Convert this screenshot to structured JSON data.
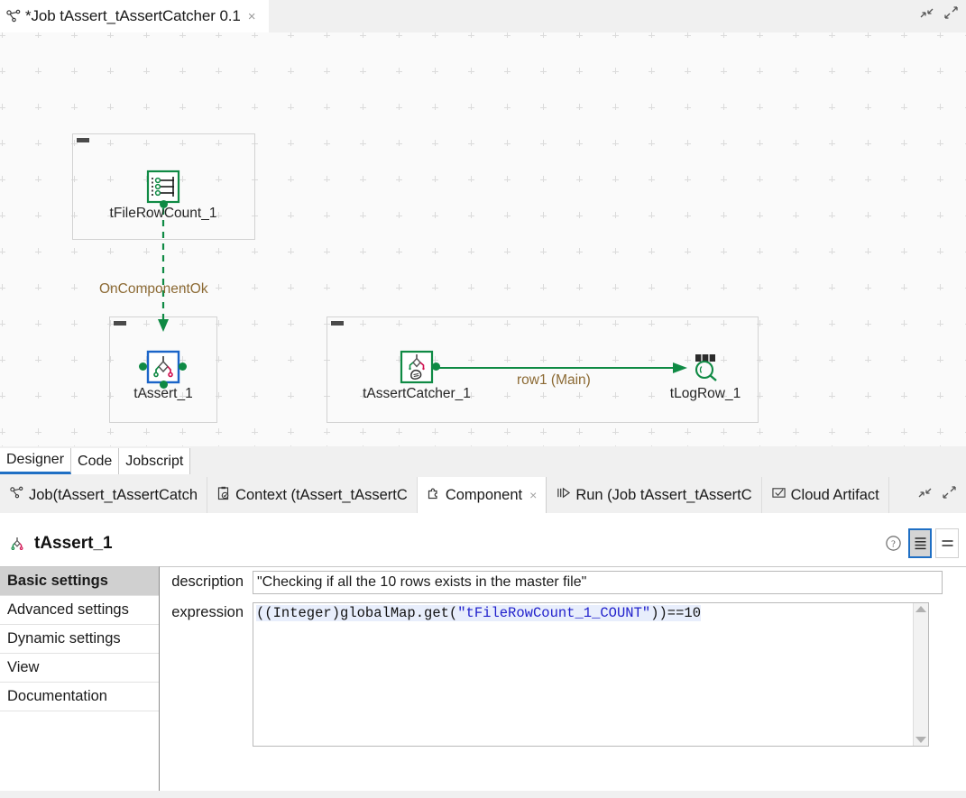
{
  "window": {
    "minimize_icon": "restore-arrows-icon",
    "maximize_icon": "maximize-arrows-icon"
  },
  "editor_tab": {
    "icon": "job-icon",
    "title": "*Job tAssert_tAssertCatcher 0.1",
    "close_label": "×"
  },
  "canvas": {
    "nodes": [
      {
        "id": "tFileRowCount_1",
        "label": "tFileRowCount_1",
        "icon": "file-row-count-icon",
        "border_color": "#0f8a44"
      },
      {
        "id": "tAssert_1",
        "label": "tAssert_1",
        "icon": "assert-icon",
        "border_color": "#1a64c8"
      },
      {
        "id": "tAssertCatcher_1",
        "label": "tAssertCatcher_1",
        "icon": "assert-catcher-icon",
        "border_color": "#0f8a44"
      },
      {
        "id": "tLogRow_1",
        "label": "tLogRow_1",
        "icon": "log-row-magnifier-icon",
        "border_color": "#0f8a44"
      }
    ],
    "links": [
      {
        "id": "trigger",
        "label": "OnComponentOk",
        "style": "dashed",
        "color": "#0f8a44"
      },
      {
        "id": "main",
        "label": "row1 (Main)",
        "style": "solid",
        "color": "#0f8a44"
      }
    ],
    "label_color": "#8c6a34",
    "accent_green": "#0f8a44"
  },
  "view_tabs": {
    "items": [
      {
        "label": "Designer",
        "active": true
      },
      {
        "label": "Code",
        "active": false
      },
      {
        "label": "Jobscript",
        "active": false
      }
    ]
  },
  "bottom_tabs": {
    "items": [
      {
        "label": "Job(tAssert_tAssertCatch",
        "icon": "job-icon",
        "active": false,
        "closable": false
      },
      {
        "label": "Context (tAssert_tAssertC",
        "icon": "context-icon",
        "active": false,
        "closable": false
      },
      {
        "label": "Component",
        "icon": "puzzle-icon",
        "active": true,
        "closable": true,
        "close_label": "×"
      },
      {
        "label": "Run (Job tAssert_tAssertC",
        "icon": "run-icon",
        "active": false,
        "closable": false
      },
      {
        "label": "Cloud Artifact",
        "icon": "cloud-artifact-icon",
        "active": false,
        "closable": false
      }
    ],
    "minimize_icon": "restore-arrows-icon",
    "maximize_icon": "maximize-arrows-icon"
  },
  "component_panel": {
    "icon": "assert-icon",
    "title": "tAssert_1",
    "help_icon": "help-circle-icon",
    "view_buttons": [
      {
        "name": "list-view-button",
        "icon": "four-lines-icon",
        "selected": true
      },
      {
        "name": "compact-view-button",
        "icon": "two-lines-icon",
        "selected": false
      }
    ],
    "settings_items": [
      {
        "label": "Basic settings",
        "selected": true
      },
      {
        "label": "Advanced settings",
        "selected": false
      },
      {
        "label": "Dynamic settings",
        "selected": false
      },
      {
        "label": "View",
        "selected": false
      },
      {
        "label": "Documentation",
        "selected": false
      }
    ],
    "fields": {
      "description_label": "description",
      "description_value": "\"Checking if all the 10 rows exists in the master file\"",
      "expression_label": "expression",
      "expression_prefix": "((Integer)globalMap.get(",
      "expression_string": "\"tFileRowCount_1_COUNT\"",
      "expression_suffix": "))==10"
    },
    "scroll": {
      "up_icon": "arrow-up-icon",
      "down_icon": "arrow-down-icon"
    }
  }
}
